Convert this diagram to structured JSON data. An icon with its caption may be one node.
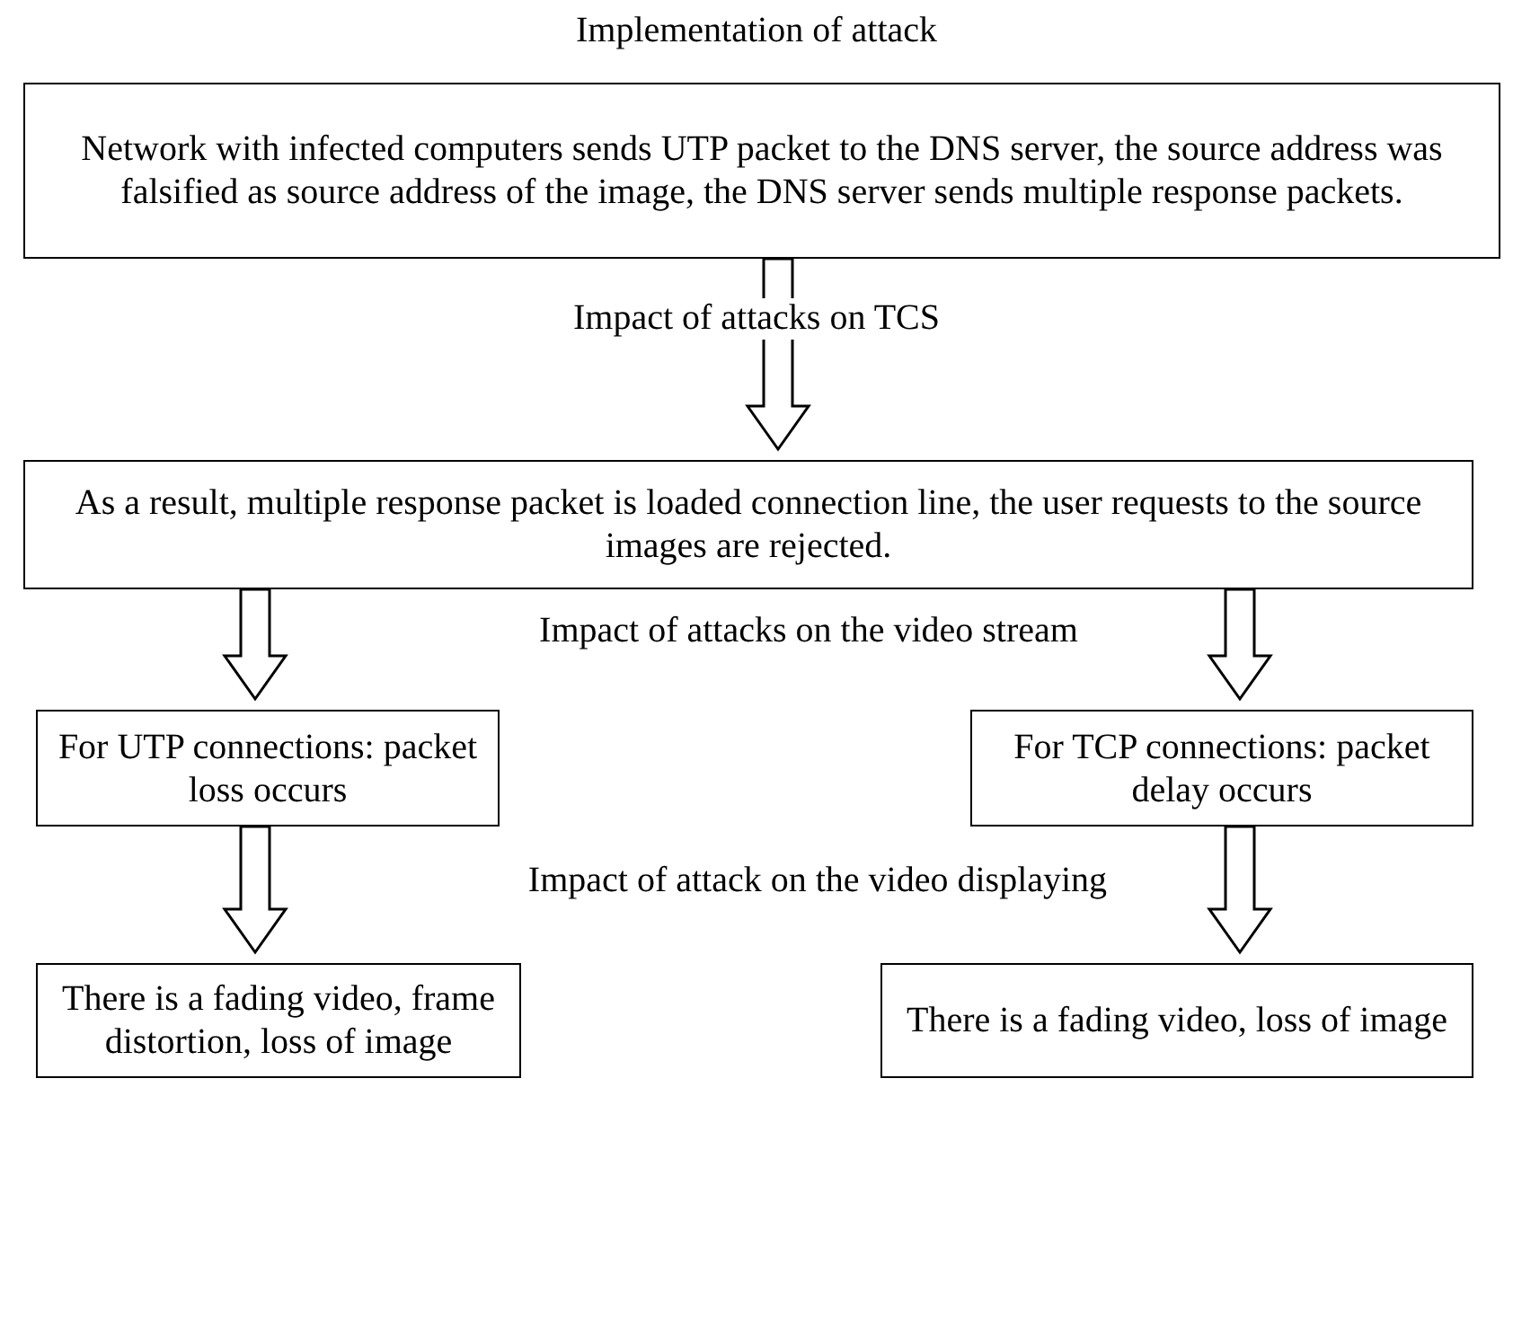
{
  "diagram": {
    "title": "Implementation of attack",
    "nodes": [
      {
        "text": [
          "Network with infected computers sends UTP packet to the DNS server, the source address was falsified as source address of the image, the DNS server sends multiple response packets."
        ]
      },
      {
        "text": [
          "As a result, multiple response packet is loaded connection line, the user requests to the source images are rejected."
        ]
      },
      {
        "text": [
          "For UTP connections: packet loss occurs"
        ]
      },
      {
        "text": [
          "For TCP connections: packet delay occurs"
        ]
      },
      {
        "text": [
          "There is a fading video, frame distortion, loss of image"
        ]
      },
      {
        "text": [
          "There is a fading video, loss of image"
        ]
      }
    ],
    "edges": [
      {
        "from": 0,
        "to": 1,
        "arrow": "to",
        "label": "Impact of attacks on TCS"
      },
      {
        "from": 1,
        "to": 2,
        "arrow": "to"
      },
      {
        "from": 1,
        "to": 3,
        "arrow": "to"
      },
      {
        "from": 2,
        "to": 4,
        "arrow": "to"
      },
      {
        "from": 3,
        "to": 5,
        "arrow": "to"
      }
    ],
    "labels": [
      "Impact of attacks on the video stream",
      "Impact of attack on the video displaying"
    ]
  }
}
